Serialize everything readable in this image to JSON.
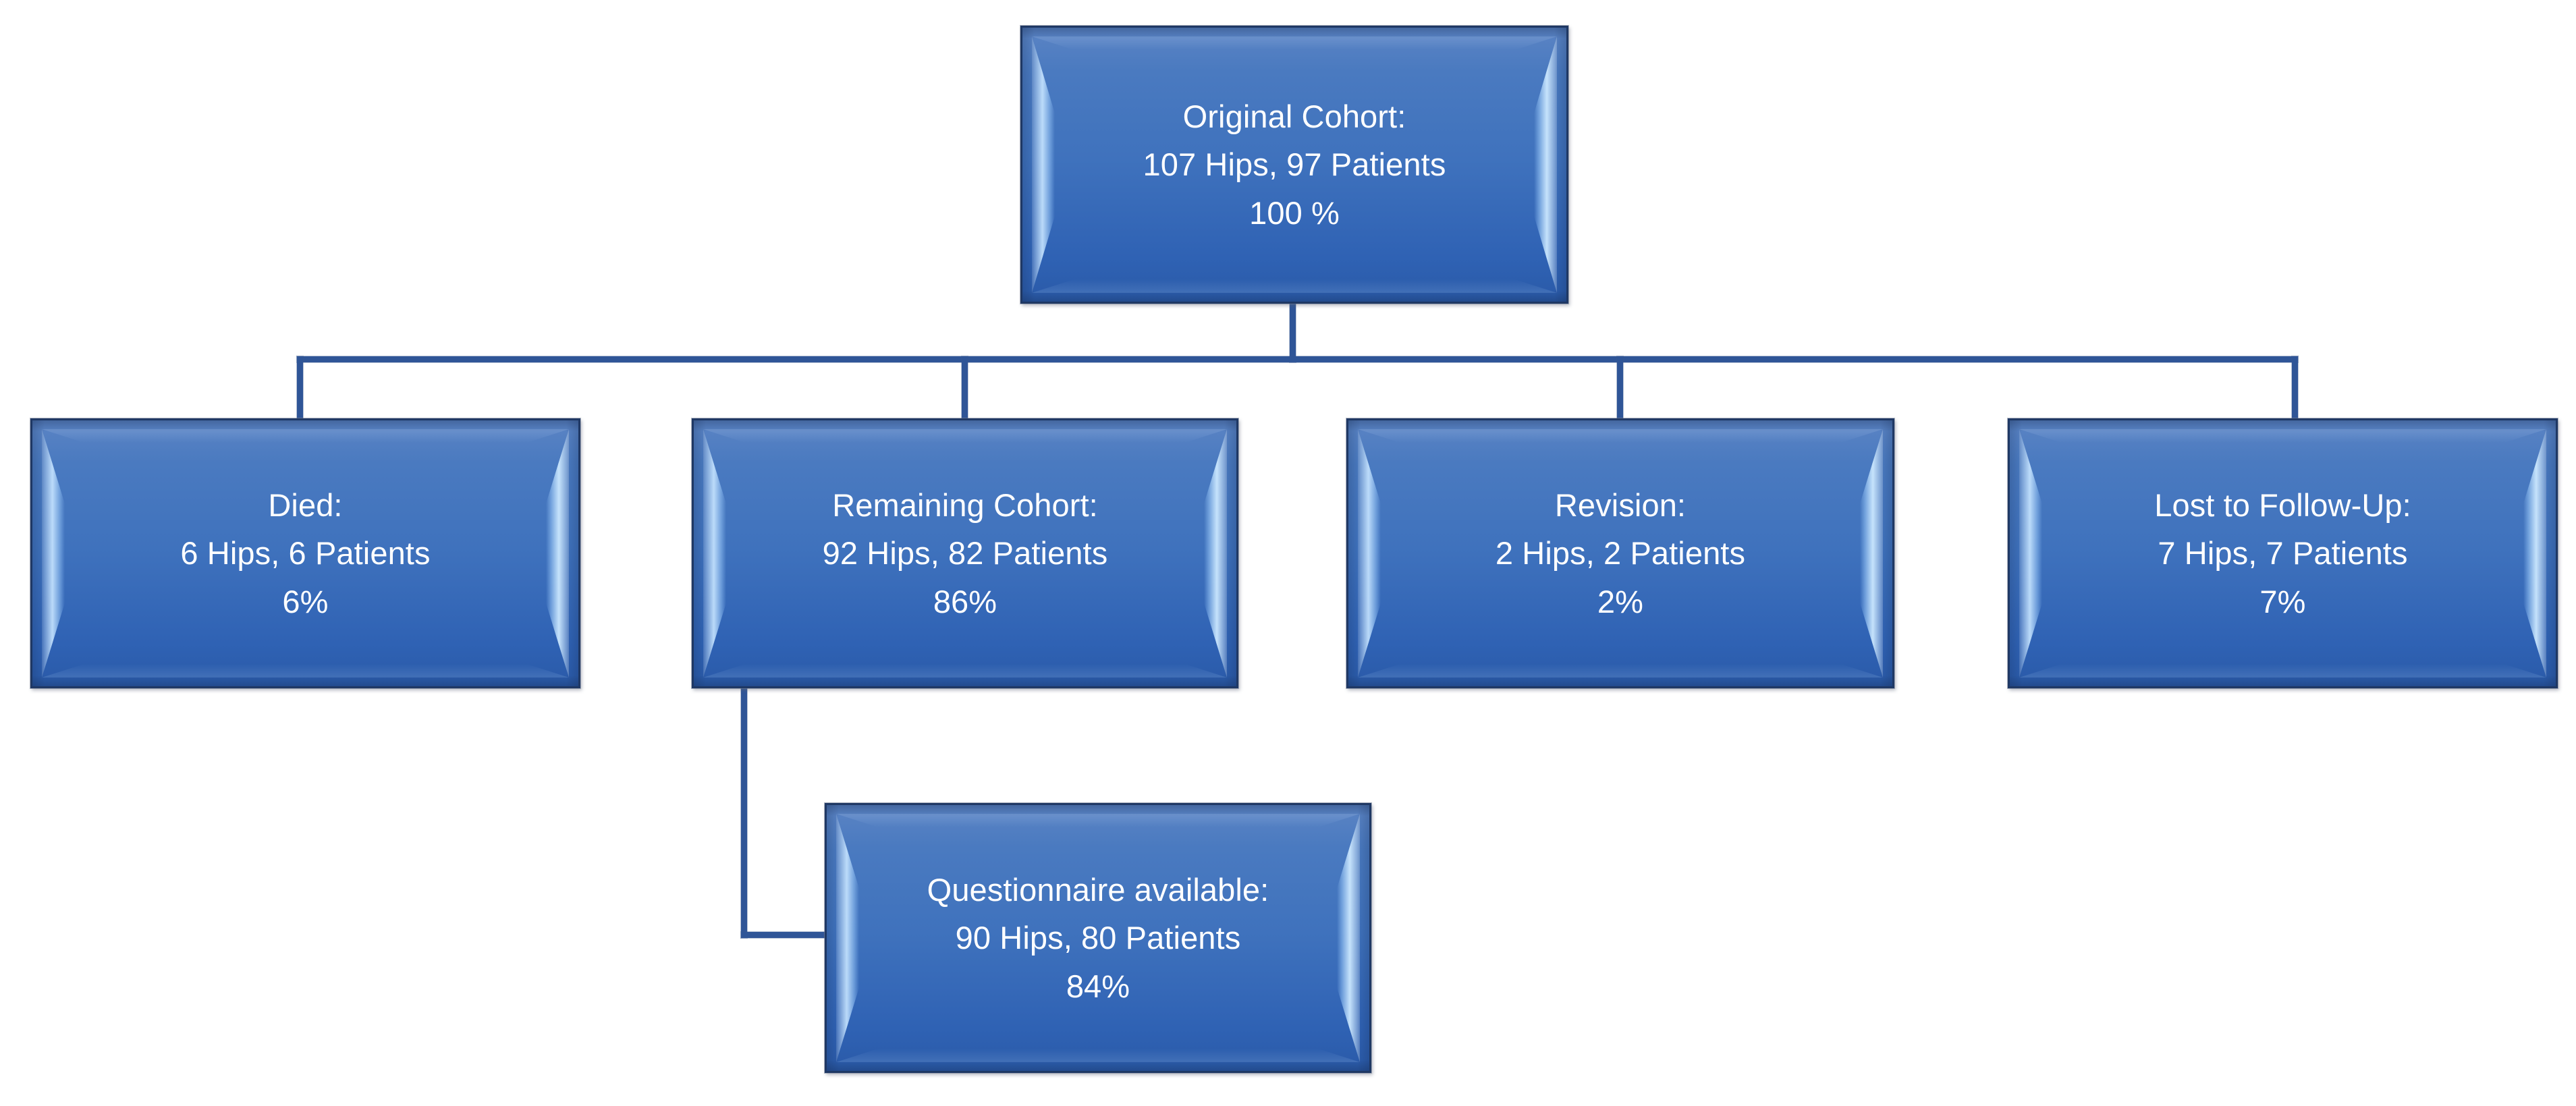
{
  "diagram": {
    "title": "Patient cohort follow-up flow diagram",
    "type": "flowchart",
    "colors": {
      "node_fill": "#3f72bd",
      "node_fill_light": "#5b84c4",
      "node_border": "#1f3864",
      "bevel_highlight": "#c6e4ff",
      "connector": "#2f5597",
      "text": "#ffffff",
      "background": "#ffffff"
    },
    "nodes": [
      {
        "id": "original-cohort",
        "title": "Original  Cohort:",
        "counts": "107 Hips, 97 Patients",
        "percent": "100 %"
      },
      {
        "id": "died",
        "title": "Died:",
        "counts": "6 Hips, 6 Patients",
        "percent": "6%"
      },
      {
        "id": "remaining-cohort",
        "title": "Remaining Cohort:",
        "counts": "92 Hips, 82 Patients",
        "percent": "86%"
      },
      {
        "id": "revision",
        "title": "Revision:",
        "counts": "2 Hips, 2 Patients",
        "percent": "2%"
      },
      {
        "id": "lost-to-follow-up",
        "title": "Lost to Follow-Up:",
        "counts": "7 Hips, 7 Patients",
        "percent": "7%"
      },
      {
        "id": "questionnaire-available",
        "title": "Questionnaire available:",
        "counts": "90 Hips, 80 Patients",
        "percent": "84%"
      }
    ],
    "edges": [
      {
        "from": "original-cohort",
        "to": "died"
      },
      {
        "from": "original-cohort",
        "to": "remaining-cohort"
      },
      {
        "from": "original-cohort",
        "to": "revision"
      },
      {
        "from": "original-cohort",
        "to": "lost-to-follow-up"
      },
      {
        "from": "remaining-cohort",
        "to": "questionnaire-available"
      }
    ]
  }
}
